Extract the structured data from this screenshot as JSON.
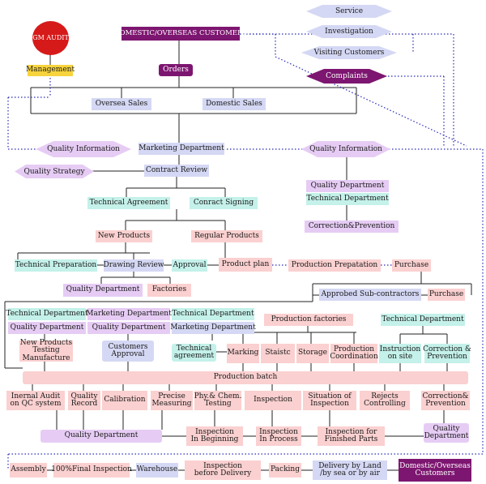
{
  "colors": {
    "pink": "#fbd0d0",
    "cyan": "#c4f1ea",
    "lavender": "#e6ccf4",
    "blue": "#d5d8f4",
    "dark": "#7d1670",
    "red": "#d61a1a",
    "yellow": "#f7d43d",
    "dotted_line": "#2a2ab8"
  },
  "audit": {
    "gm_audit": "GM AUDIT",
    "management": "Management"
  },
  "top": {
    "customers": "DOMESTIC/OVERSEAS CUSTOMERS",
    "orders": "Orders",
    "oversea_sales": "Oversea Sales",
    "domestic_sales": "Domestic Sales"
  },
  "service": {
    "service": "Service",
    "investigation": "Investigation",
    "visiting": "Visiting Customers",
    "complaints": "Complaints"
  },
  "marketing": {
    "quality_information_left": "Quality Information",
    "marketing_department": "Marketing Department",
    "quality_information_right": "Quality Information",
    "quality_strategy": "Quality Strategy",
    "contract_review": "Contract Review"
  },
  "right_quality": {
    "quality_department": "Quality Department",
    "technical_department": "Technical Department",
    "correction_prevention": "Correction&Prevention"
  },
  "contracts": {
    "technical_agreement": "Technical Agreement",
    "contract_signing": "Conract Signing",
    "new_products": "New Products",
    "regular_products": "Regular Products"
  },
  "planning": {
    "technical_preparation": "Technical Preparation",
    "drawing_review": "Drawing Review",
    "approval": "Approval",
    "product_plan": "Product plan",
    "production_preparation": "Production Prepatation",
    "purchase_top": "Purchase",
    "quality_department": "Quality Department",
    "factories": "Factories",
    "approved_subcontractors": "Approbed Sub-contractors",
    "purchase_bottom": "Purchase"
  },
  "depts": {
    "technical_department_1": "Technical Department",
    "quality_department_1": "Quality Department",
    "marketing_department_2": "Marketing Department",
    "quality_department_2": "Quality Department",
    "technical_department_3": "Technical Department",
    "marketing_department_3": "Marketing Department",
    "production_factories": "Production factories",
    "technical_department_right": "Technical Department"
  },
  "production": {
    "new_products_testing_1": "New Products",
    "new_products_testing_2": "Testing",
    "new_products_testing_3": "Manufacture",
    "customers_approval_1": "Customers",
    "customers_approval_2": "Approval",
    "technical_agreement_1": "Technical",
    "technical_agreement_2": "agreement",
    "marking": "Marking",
    "statistic": "Staistc",
    "storage": "Storage",
    "production_coordination_1": "Production",
    "production_coordination_2": "Coordination",
    "instruction_1": "Instruction",
    "instruction_2": "on site",
    "correction_1": "Correction &",
    "correction_2": "Prevention",
    "production_batch": "Production batch"
  },
  "quality": {
    "internal_audit_1": "Inernal Audit",
    "internal_audit_2": "on QC system",
    "quality_record_1": "Quality",
    "quality_record_2": "Record",
    "calibration": "Calibration",
    "precise_measuring_1": "Precise",
    "precise_measuring_2": "Measuring",
    "phy_chem_1": "Phy.& Chem.",
    "phy_chem_2": "Testing",
    "inspection": "Inspection",
    "situation_1": "Situation of",
    "situation_2": "Inspection",
    "rejects_1": "Rejects",
    "rejects_2": "Controlling",
    "correction_1": "Correction&",
    "correction_2": "Prevention",
    "quality_department": "Quality Department",
    "insp_begin_1": "Inspection",
    "insp_begin_2": "In Beginning",
    "insp_process_1": "Inspection",
    "insp_process_2": "In Process",
    "insp_finished_1": "Inspection for",
    "insp_finished_2": "Finished Parts",
    "quality_dept_right_1": "Quality",
    "quality_dept_right_2": "Department"
  },
  "bottom": {
    "assembly": "Assembly",
    "final_inspection": "100%Final Inspection",
    "warehouse": "Warehouse",
    "insp_delivery_1": "Inspection",
    "insp_delivery_2": "before Delivery",
    "packing": "Packing",
    "delivery_1": "Delivery by Land",
    "delivery_2": "/by sea or by air",
    "customers_1": "Domestic/Overseas",
    "customers_2": "Customers"
  }
}
